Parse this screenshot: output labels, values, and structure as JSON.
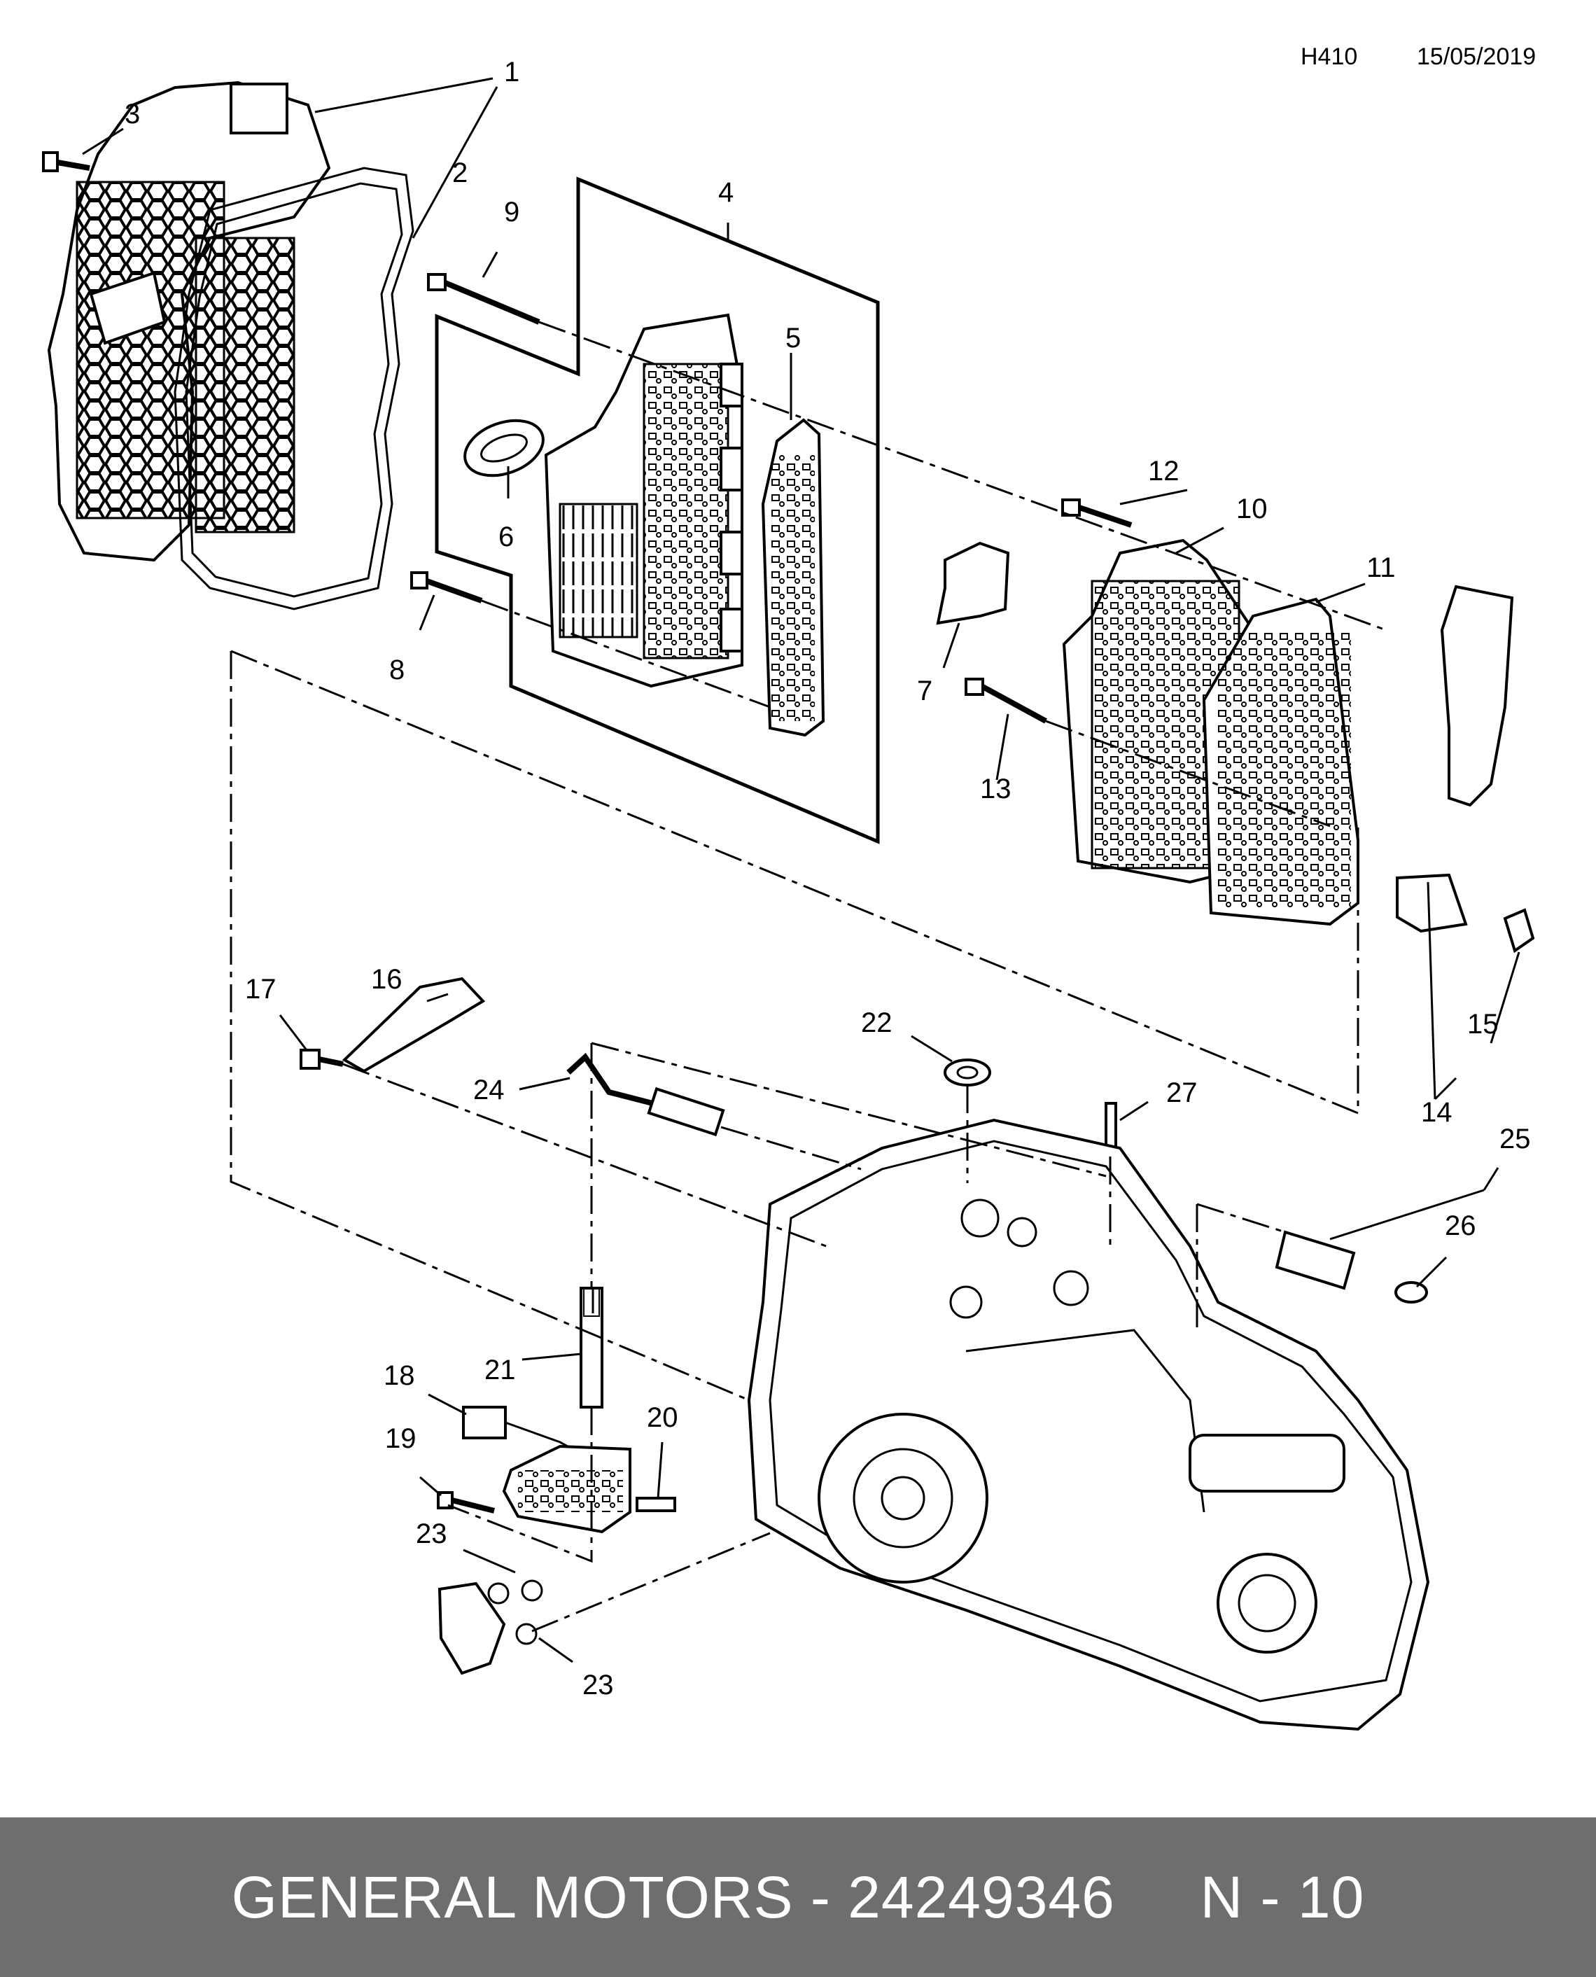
{
  "header": {
    "code": "H410",
    "date": "15/05/2019"
  },
  "callouts": {
    "c1": "1",
    "c2": "2",
    "c3": "3",
    "c4": "4",
    "c5": "5",
    "c6": "6",
    "c7": "7",
    "c8": "8",
    "c9": "9",
    "c10": "10",
    "c11": "11",
    "c12": "12",
    "c13": "13",
    "c14": "14",
    "c15": "15",
    "c16": "16",
    "c17": "17",
    "c18": "18",
    "c19": "19",
    "c20": "20",
    "c21": "21",
    "c22": "22",
    "c23a": "23",
    "c23b": "23",
    "c24": "24",
    "c25": "25",
    "c26": "26",
    "c27": "27"
  },
  "footer": {
    "text": "GENERAL MOTORS - 24249346     N - 10"
  }
}
